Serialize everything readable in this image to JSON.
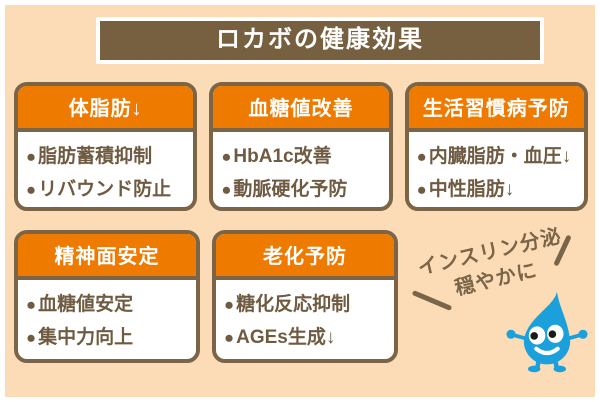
{
  "title": "ロカボの健康効果",
  "bullet_char": "●",
  "cards": [
    {
      "header": "体脂肪↓",
      "items": [
        "脂肪蓄積抑制",
        "リバウンド防止"
      ]
    },
    {
      "header": "血糖値改善",
      "items": [
        "HbA1c改善",
        "動脈硬化予防"
      ]
    },
    {
      "header": "生活習慣病予防",
      "items": [
        "内臓脂肪・血圧↓",
        "中性脂肪↓"
      ]
    },
    {
      "header": "精神面安定",
      "items": [
        "血糖値安定",
        "集中力向上"
      ]
    },
    {
      "header": "老化予防",
      "items": [
        "糖化反応抑制",
        "AGEs生成↓"
      ]
    }
  ],
  "callout": {
    "line1": "インスリン分泌",
    "line2": "穏やかに"
  },
  "mascot": {
    "description": "blue water-drop character with eyes, smile, arms and legs"
  },
  "colors": {
    "background": "#FCDCB6",
    "outer_border": "#FFFFFF",
    "title_brown": "#76603F",
    "card_border_brown": "#7C6446",
    "header_orange": "#EF7A00",
    "text_brown": "#6F5B41",
    "callout_brown": "#7A6548",
    "mascot_blue": "#1BA0DB",
    "card_background": "#FFFFFF"
  }
}
